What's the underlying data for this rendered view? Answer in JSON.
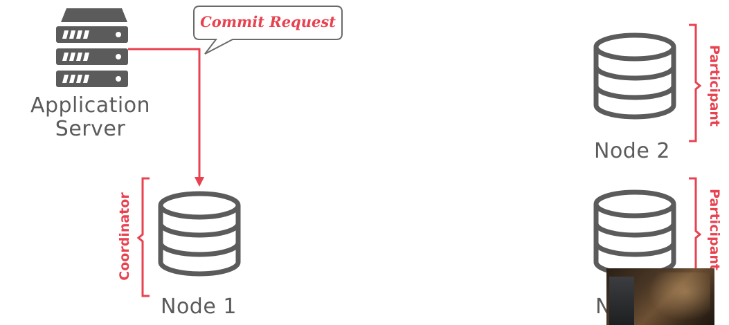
{
  "app_server": {
    "label_line1": "Application",
    "label_line2": "Server"
  },
  "callout": {
    "text": "Commit Request"
  },
  "nodes": [
    {
      "label": "Node 1",
      "role": "Coordinator"
    },
    {
      "label": "Node 2",
      "role": "Participant"
    },
    {
      "label": "N",
      "role": "Participant"
    }
  ],
  "colors": {
    "accent": "#e8414f",
    "icon_gray": "#5b5b5b",
    "background": "#ffffff"
  },
  "icons": {
    "server": "server-rack-icon",
    "database": "database-cylinder-icon"
  }
}
